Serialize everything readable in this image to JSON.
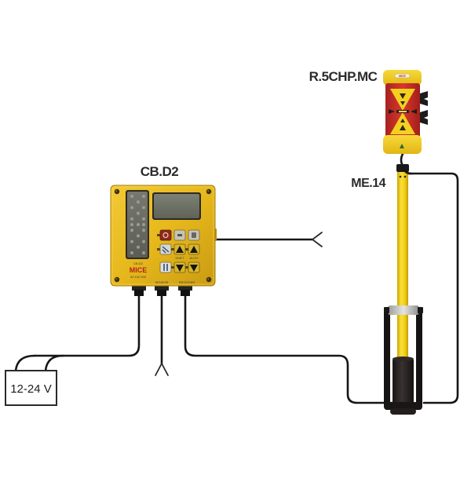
{
  "diagram": {
    "title": "Machine control wiring diagram",
    "colors": {
      "device_yellow": "#e9bd1f",
      "receiver_red": "#c8302a",
      "cable": "#161616",
      "pole_yellow": "#f3d21a",
      "label_text": "#2b2b2b"
    },
    "components": {
      "control_box": {
        "label": "CB.D2",
        "model_text": "CB.D2",
        "brand_logo": "MICE",
        "serial_text": "00 102 000",
        "button_icons": [
          "power-icon",
          "menu-icon",
          "settings-icon",
          "mode-icon",
          "up-arrow-icon",
          "up-arrow-icon",
          "split-icon",
          "down-arrow-icon",
          "down-arrow-icon"
        ],
        "key_captions": [
          "SHIFT",
          "AUTO"
        ],
        "port_labels": [
          "",
          "SENSOR",
          "RECEIVER"
        ]
      },
      "receiver": {
        "label": "R.5CHP.MC",
        "brand_badge": "MICE"
      },
      "mast": {
        "label": "ME.14"
      },
      "power_supply": {
        "label": "12-24 V"
      }
    },
    "connections": [
      {
        "from": "power_supply",
        "to": "control_box"
      },
      {
        "from": "control_box",
        "to": "open-cable-sensor"
      },
      {
        "from": "control_box",
        "to": "mast"
      },
      {
        "from": "control_box",
        "to": "open-cable-right"
      },
      {
        "from": "mast",
        "to": "receiver"
      }
    ]
  }
}
